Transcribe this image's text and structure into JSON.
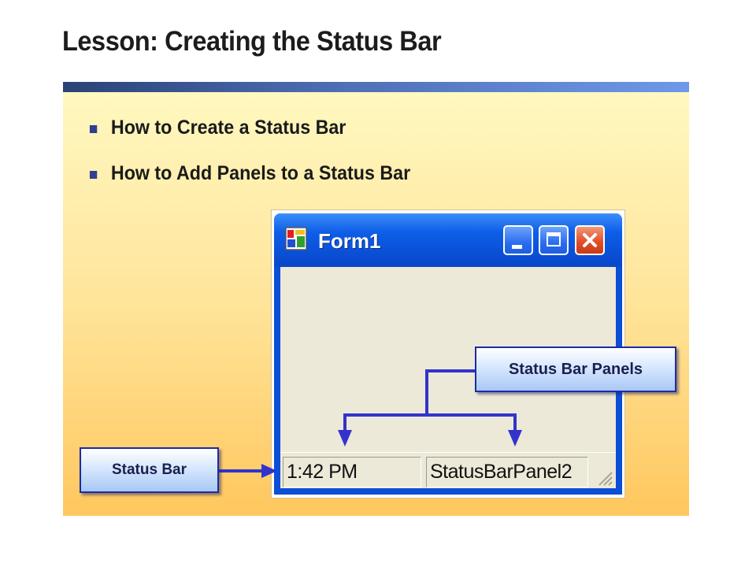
{
  "slide": {
    "title": "Lesson: Creating the Status Bar",
    "bullets": [
      "How to Create a Status Bar",
      "How to Add Panels to a Status Bar"
    ]
  },
  "window": {
    "title": "Form1",
    "icon": "form-app-icon",
    "title_buttons": [
      "minimize-icon",
      "maximize-icon",
      "close-icon"
    ],
    "status_panels": [
      "1:42 PM",
      "StatusBarPanel2"
    ]
  },
  "callouts": {
    "panels": "Status Bar Panels",
    "status_bar": "Status Bar"
  },
  "colors": {
    "title_rule": "#4f6fb6",
    "connector": "#3333cc",
    "window_chrome": "#0b4ed8",
    "close_button": "#e2502a"
  }
}
